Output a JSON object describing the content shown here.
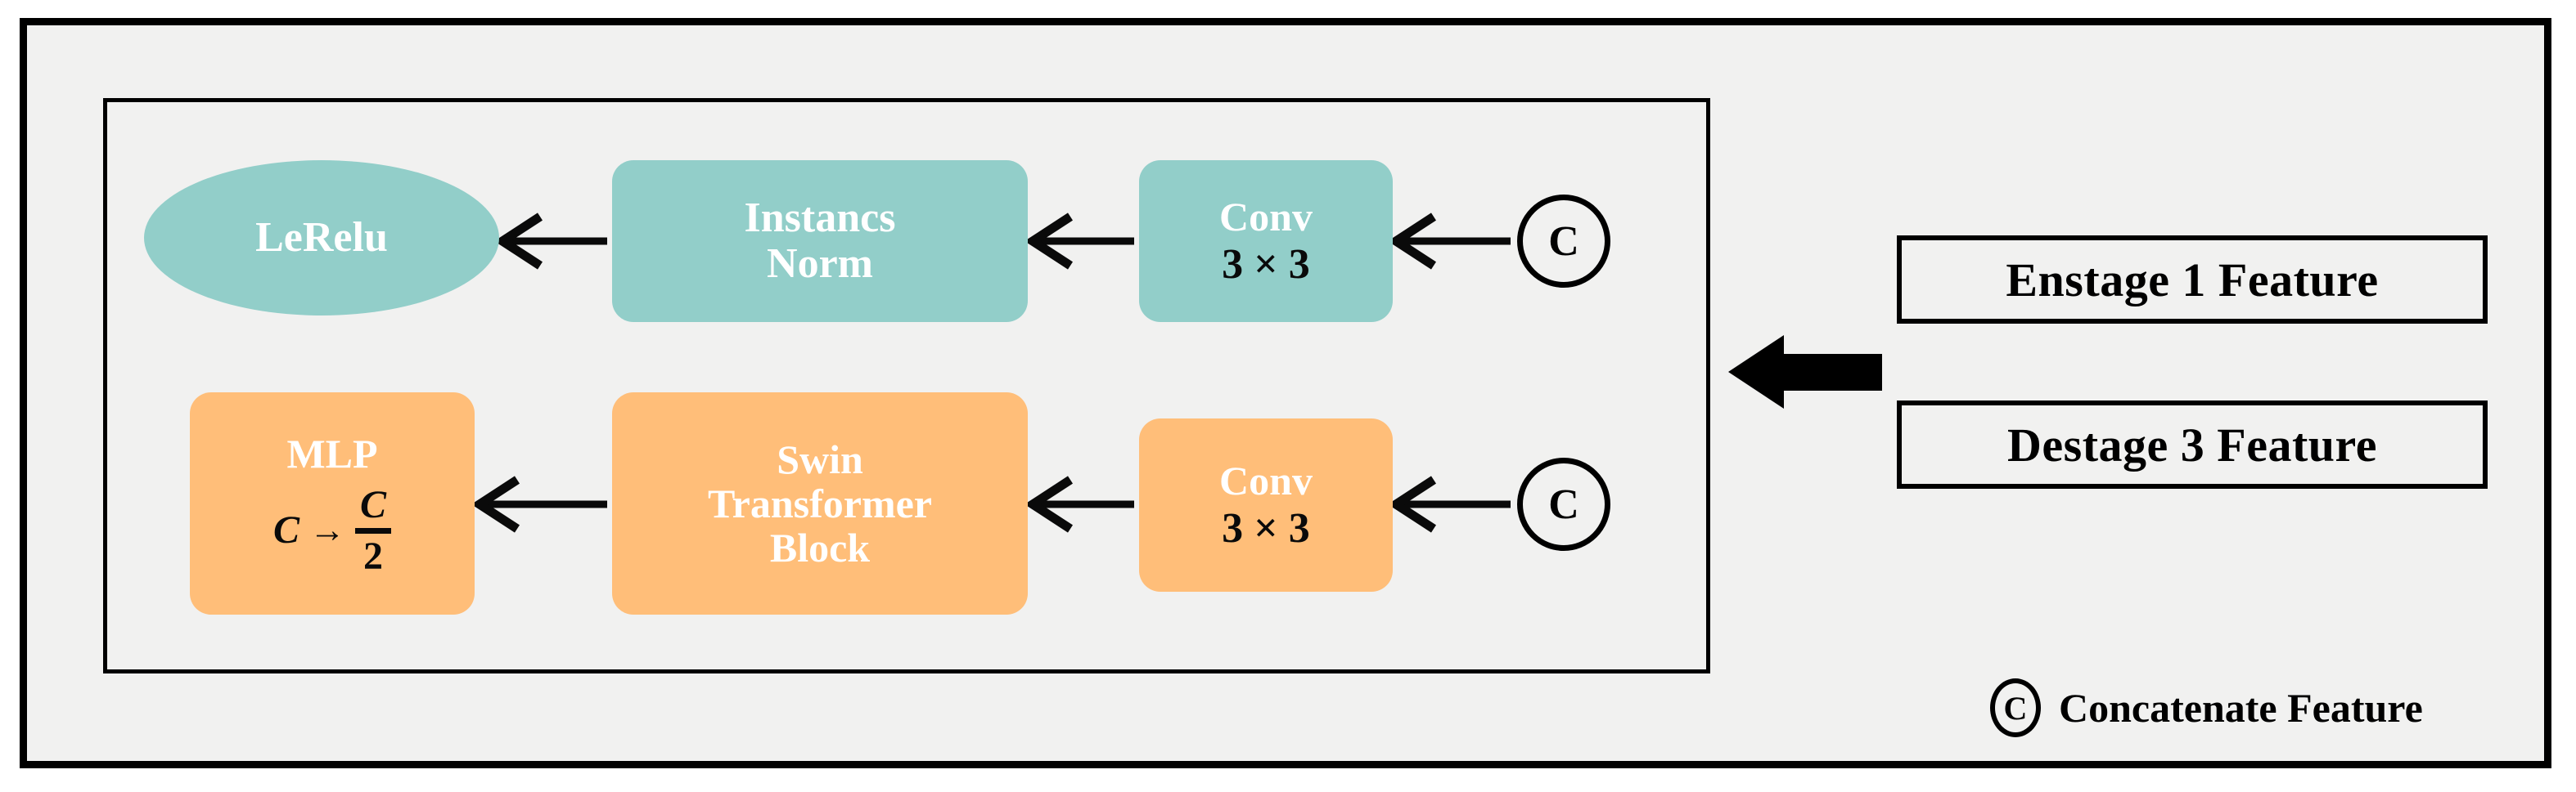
{
  "figure": {
    "background_color": "#f1f1f0",
    "accent_teal": "#92cec9",
    "accent_orange": "#ffbe79",
    "border_color": "#000000"
  },
  "top_branch": {
    "activation": {
      "label": "LeRelu"
    },
    "norm": {
      "line1": "Instancs",
      "line2": "Norm"
    },
    "conv": {
      "title": "Conv",
      "kernel": "3 × 3"
    },
    "concat": {
      "symbol": "C"
    }
  },
  "bottom_branch": {
    "mlp": {
      "title": "MLP",
      "formula_input": "C",
      "formula_arrow": "→",
      "formula_numerator": "C",
      "formula_denominator": "2"
    },
    "swin": {
      "line1": "Swin",
      "line2": "Transformer",
      "line3": "Block"
    },
    "conv": {
      "title": "Conv",
      "kernel": "3 × 3"
    },
    "concat": {
      "symbol": "C"
    }
  },
  "inputs": {
    "feature_1": "Enstage 1 Feature",
    "feature_2": "Destage 3 Feature"
  },
  "legend": {
    "symbol": "C",
    "label": "Concatenate Feature"
  }
}
